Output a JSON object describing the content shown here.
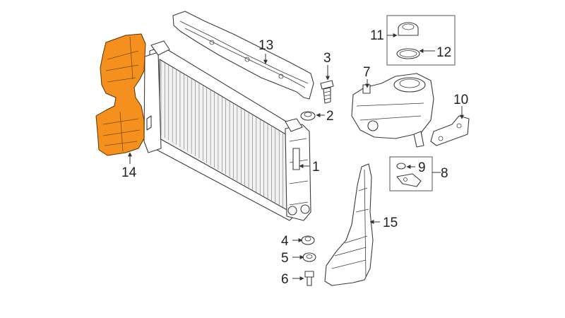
{
  "callouts": {
    "c1": "1",
    "c2": "2",
    "c3": "3",
    "c4": "4",
    "c5": "5",
    "c6": "6",
    "c7": "7",
    "c8": "8",
    "c9": "9",
    "c10": "10",
    "c11": "11",
    "c12": "12",
    "c13": "13",
    "c14": "14",
    "c15": "15"
  },
  "colors": {
    "highlight": "#F5901E",
    "line": "#3c3c3c",
    "background": "#ffffff"
  }
}
